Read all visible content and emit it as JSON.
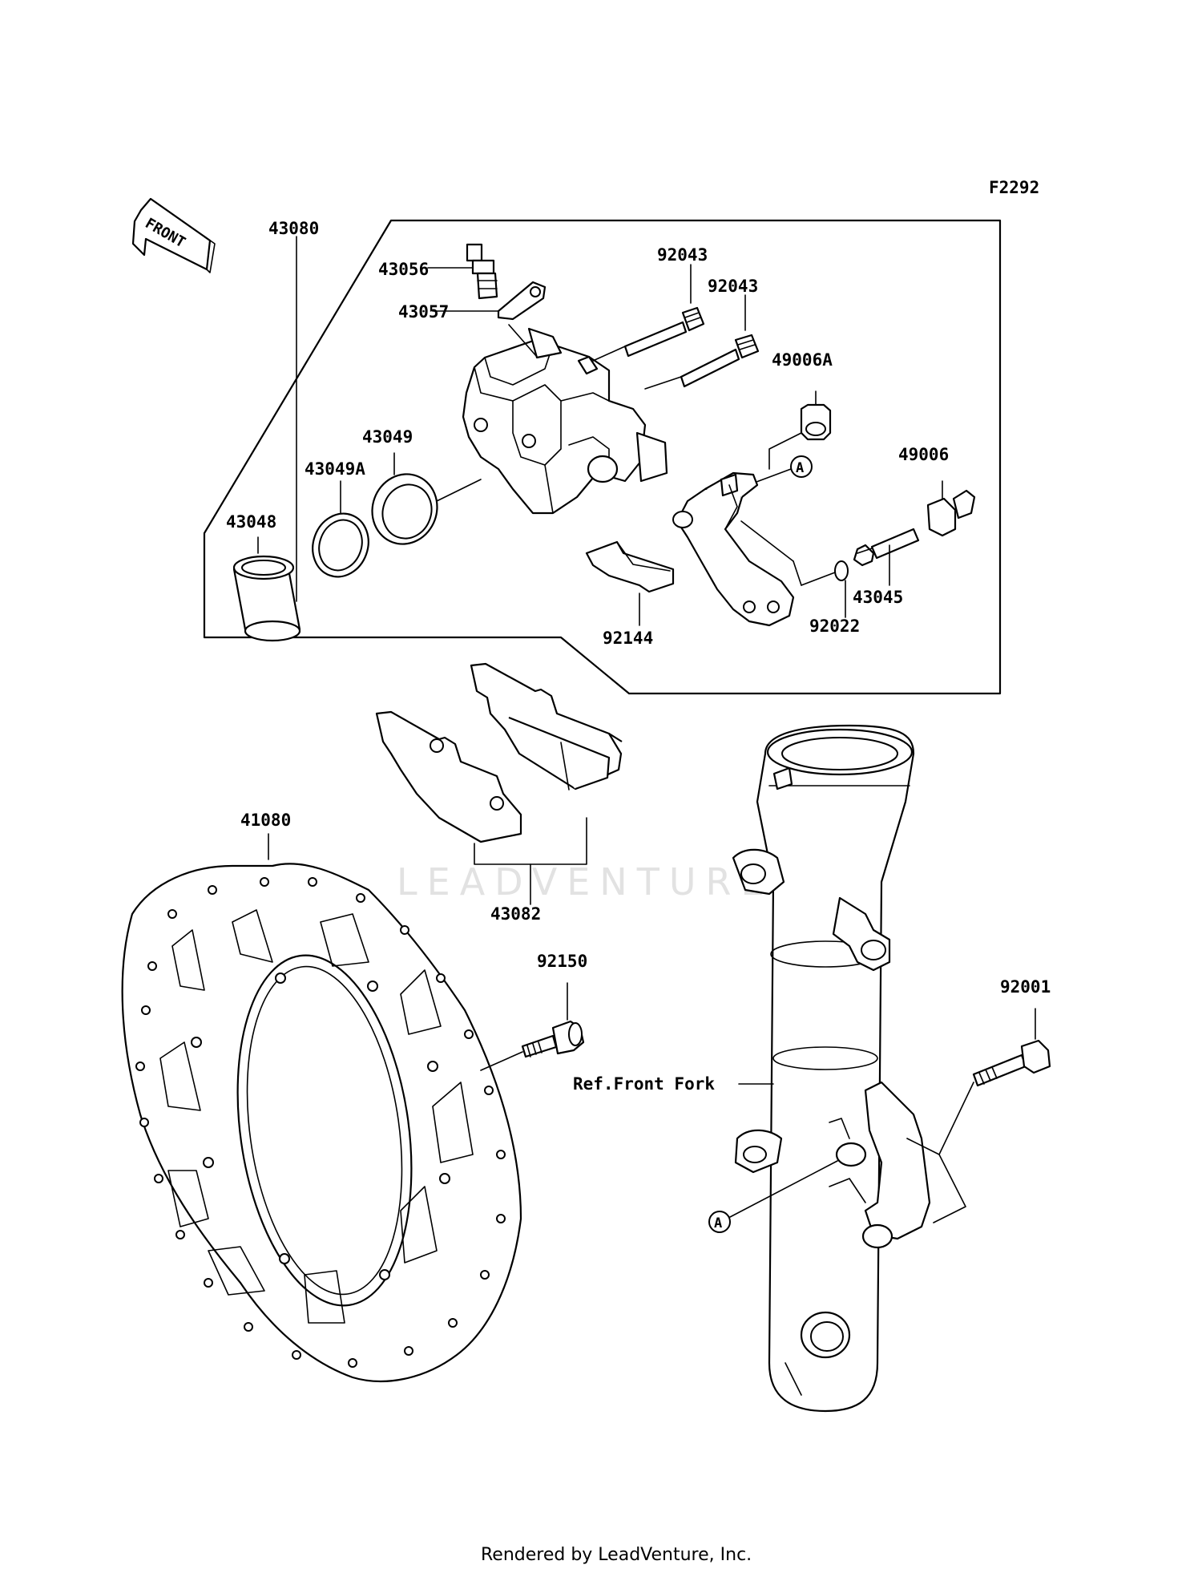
{
  "figure_code": "F2292",
  "front_arrow_text": "FRONT",
  "watermark": "LEADVENTURE",
  "footer": "Rendered by LeadVenture, Inc.",
  "reference_label": "Ref.Front Fork",
  "marker_a": "A",
  "parts": {
    "caliper_assembly": "43080",
    "bleed_valve": "43056",
    "bleed_cap": "43057",
    "pin_upper": "92043",
    "pin_lower": "92043",
    "boot_a": "49006A",
    "boot": "49006",
    "seal_dust": "43049",
    "seal_piston": "43049A",
    "piston": "43048",
    "pad_spring": "92144",
    "circlip": "92022",
    "bracket_pin": "43045",
    "pad_set": "43082",
    "disc": "41080",
    "disc_bolt": "92150",
    "caliper_bolt": "92001"
  }
}
